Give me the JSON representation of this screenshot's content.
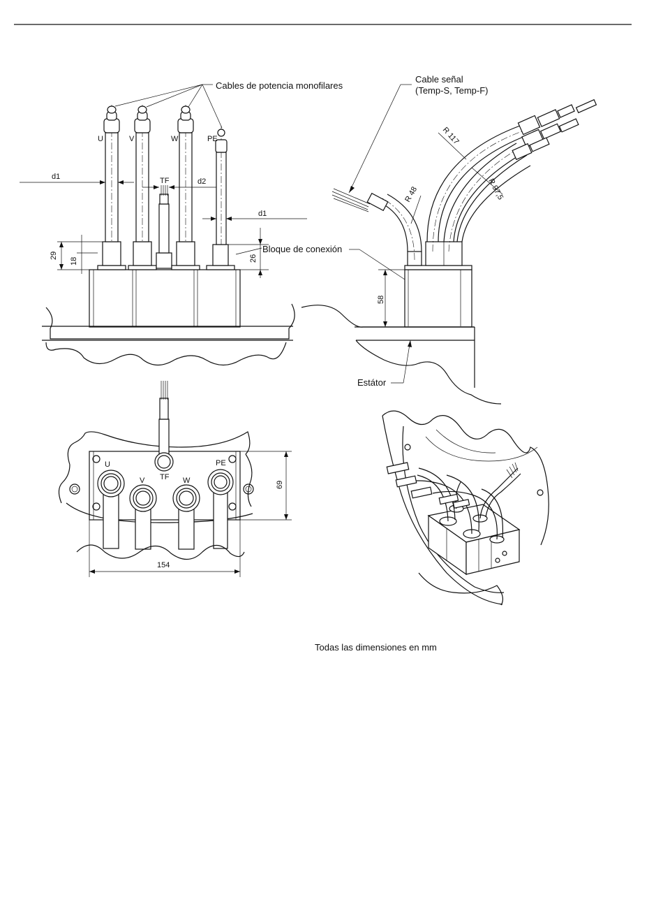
{
  "labels": {
    "power_cables": "Cables de potencia monofilares",
    "signal_cable_line1": "Cable señal",
    "signal_cable_line2": "(Temp-S, Temp-F)",
    "connection_block": "Bloque de conexión",
    "stator": "Estátor",
    "footer": "Todas las dimensiones en mm"
  },
  "phase_labels": {
    "u": "U",
    "v": "V",
    "w": "W",
    "pe": "PE",
    "tf": "TF"
  },
  "dimensions": {
    "d1": "d1",
    "d2": "d2",
    "h29": "29",
    "h18": "18",
    "h26": "26",
    "h58": "58",
    "h69": "69",
    "w154": "154",
    "r48": "R 48",
    "r117": "R 117",
    "r97": "R 97,5"
  }
}
